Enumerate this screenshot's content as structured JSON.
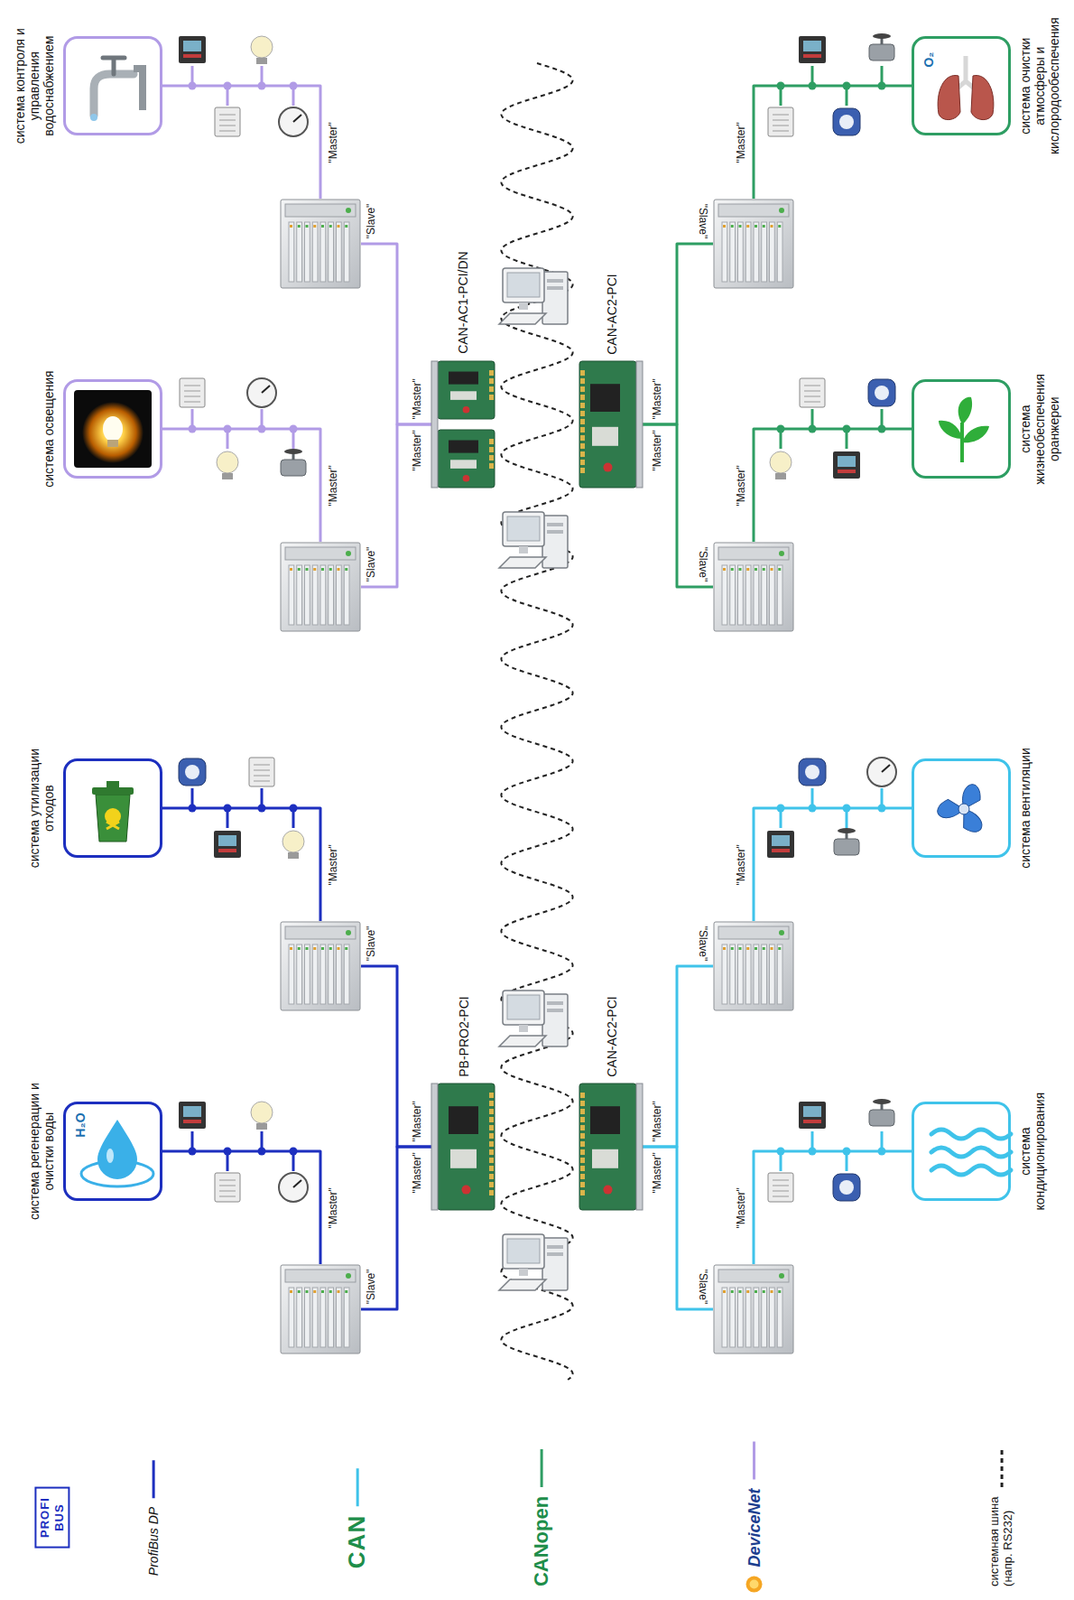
{
  "diagram": {
    "nodes": [
      {
        "text": [
          "CAN-AC1-PCI/DN",
          "\"Master\"",
          "\"Master\""
        ]
      },
      {
        "text": [
          "\"Slave\"",
          "\"Master\""
        ]
      },
      {
        "text": [
          "\"Slave\"",
          "\"Master\""
        ]
      },
      {
        "text": [
          "система контроля и управления водоснабжением"
        ]
      },
      {
        "text": [
          "система освещения"
        ]
      },
      {
        "text": [
          "PB-PRO2-PCI",
          "\"Master\"",
          "\"Master\""
        ]
      },
      {
        "text": [
          "\"Slave\"",
          "\"Master\""
        ]
      },
      {
        "text": [
          "\"Slave\"",
          "\"Master\""
        ]
      },
      {
        "text": [
          "система утилизации отходов"
        ]
      },
      {
        "text": [
          "система регенерации и очистки воды",
          "H₂O"
        ]
      },
      {
        "text": [
          "CAN-AC2-PCI",
          "\"Master\"",
          "\"Master\""
        ]
      },
      {
        "text": [
          "\"Slave\"",
          "\"Master\""
        ]
      },
      {
        "text": [
          "\"Slave\"",
          "\"Master\""
        ]
      },
      {
        "text": [
          "система очистки атмосферы и кислородообеспечения",
          "O₂"
        ]
      },
      {
        "text": [
          "система жизнеобеспечения оранжереи"
        ]
      },
      {
        "text": [
          "CAN-AC2-PCI",
          "\"Master\"",
          "\"Master\""
        ]
      },
      {
        "text": [
          "\"Slave\"",
          "\"Master\""
        ]
      },
      {
        "text": [
          "\"Slave\"",
          "\"Master\""
        ]
      },
      {
        "text": [
          "система вентиляции"
        ]
      },
      {
        "text": [
          "система кондиционирования"
        ]
      }
    ],
    "edges": [
      {
        "from": 0,
        "to": 1,
        "arrow": "none"
      },
      {
        "from": 0,
        "to": 2,
        "arrow": "none"
      },
      {
        "from": 1,
        "to": 3,
        "arrow": "none"
      },
      {
        "from": 2,
        "to": 4,
        "arrow": "none"
      },
      {
        "from": 5,
        "to": 6,
        "arrow": "none"
      },
      {
        "from": 5,
        "to": 7,
        "arrow": "none"
      },
      {
        "from": 6,
        "to": 8,
        "arrow": "none"
      },
      {
        "from": 7,
        "to": 9,
        "arrow": "none"
      },
      {
        "from": 10,
        "to": 11,
        "arrow": "none"
      },
      {
        "from": 10,
        "to": 12,
        "arrow": "none"
      },
      {
        "from": 11,
        "to": 13,
        "arrow": "none"
      },
      {
        "from": 12,
        "to": 14,
        "arrow": "none"
      },
      {
        "from": 15,
        "to": 16,
        "arrow": "none"
      },
      {
        "from": 15,
        "to": 17,
        "arrow": "none"
      },
      {
        "from": 16,
        "to": 18,
        "arrow": "none"
      },
      {
        "from": 17,
        "to": 19,
        "arrow": "none"
      }
    ],
    "labels": [
      "PROFI BUS"
    ],
    "legend": [
      {
        "text": "ProfiBus DP"
      },
      {
        "text": "CAN"
      },
      {
        "text": "CANopen"
      },
      {
        "text": "DeviceNet"
      },
      {
        "text": "системная шина (напр. RS232)"
      }
    ]
  }
}
